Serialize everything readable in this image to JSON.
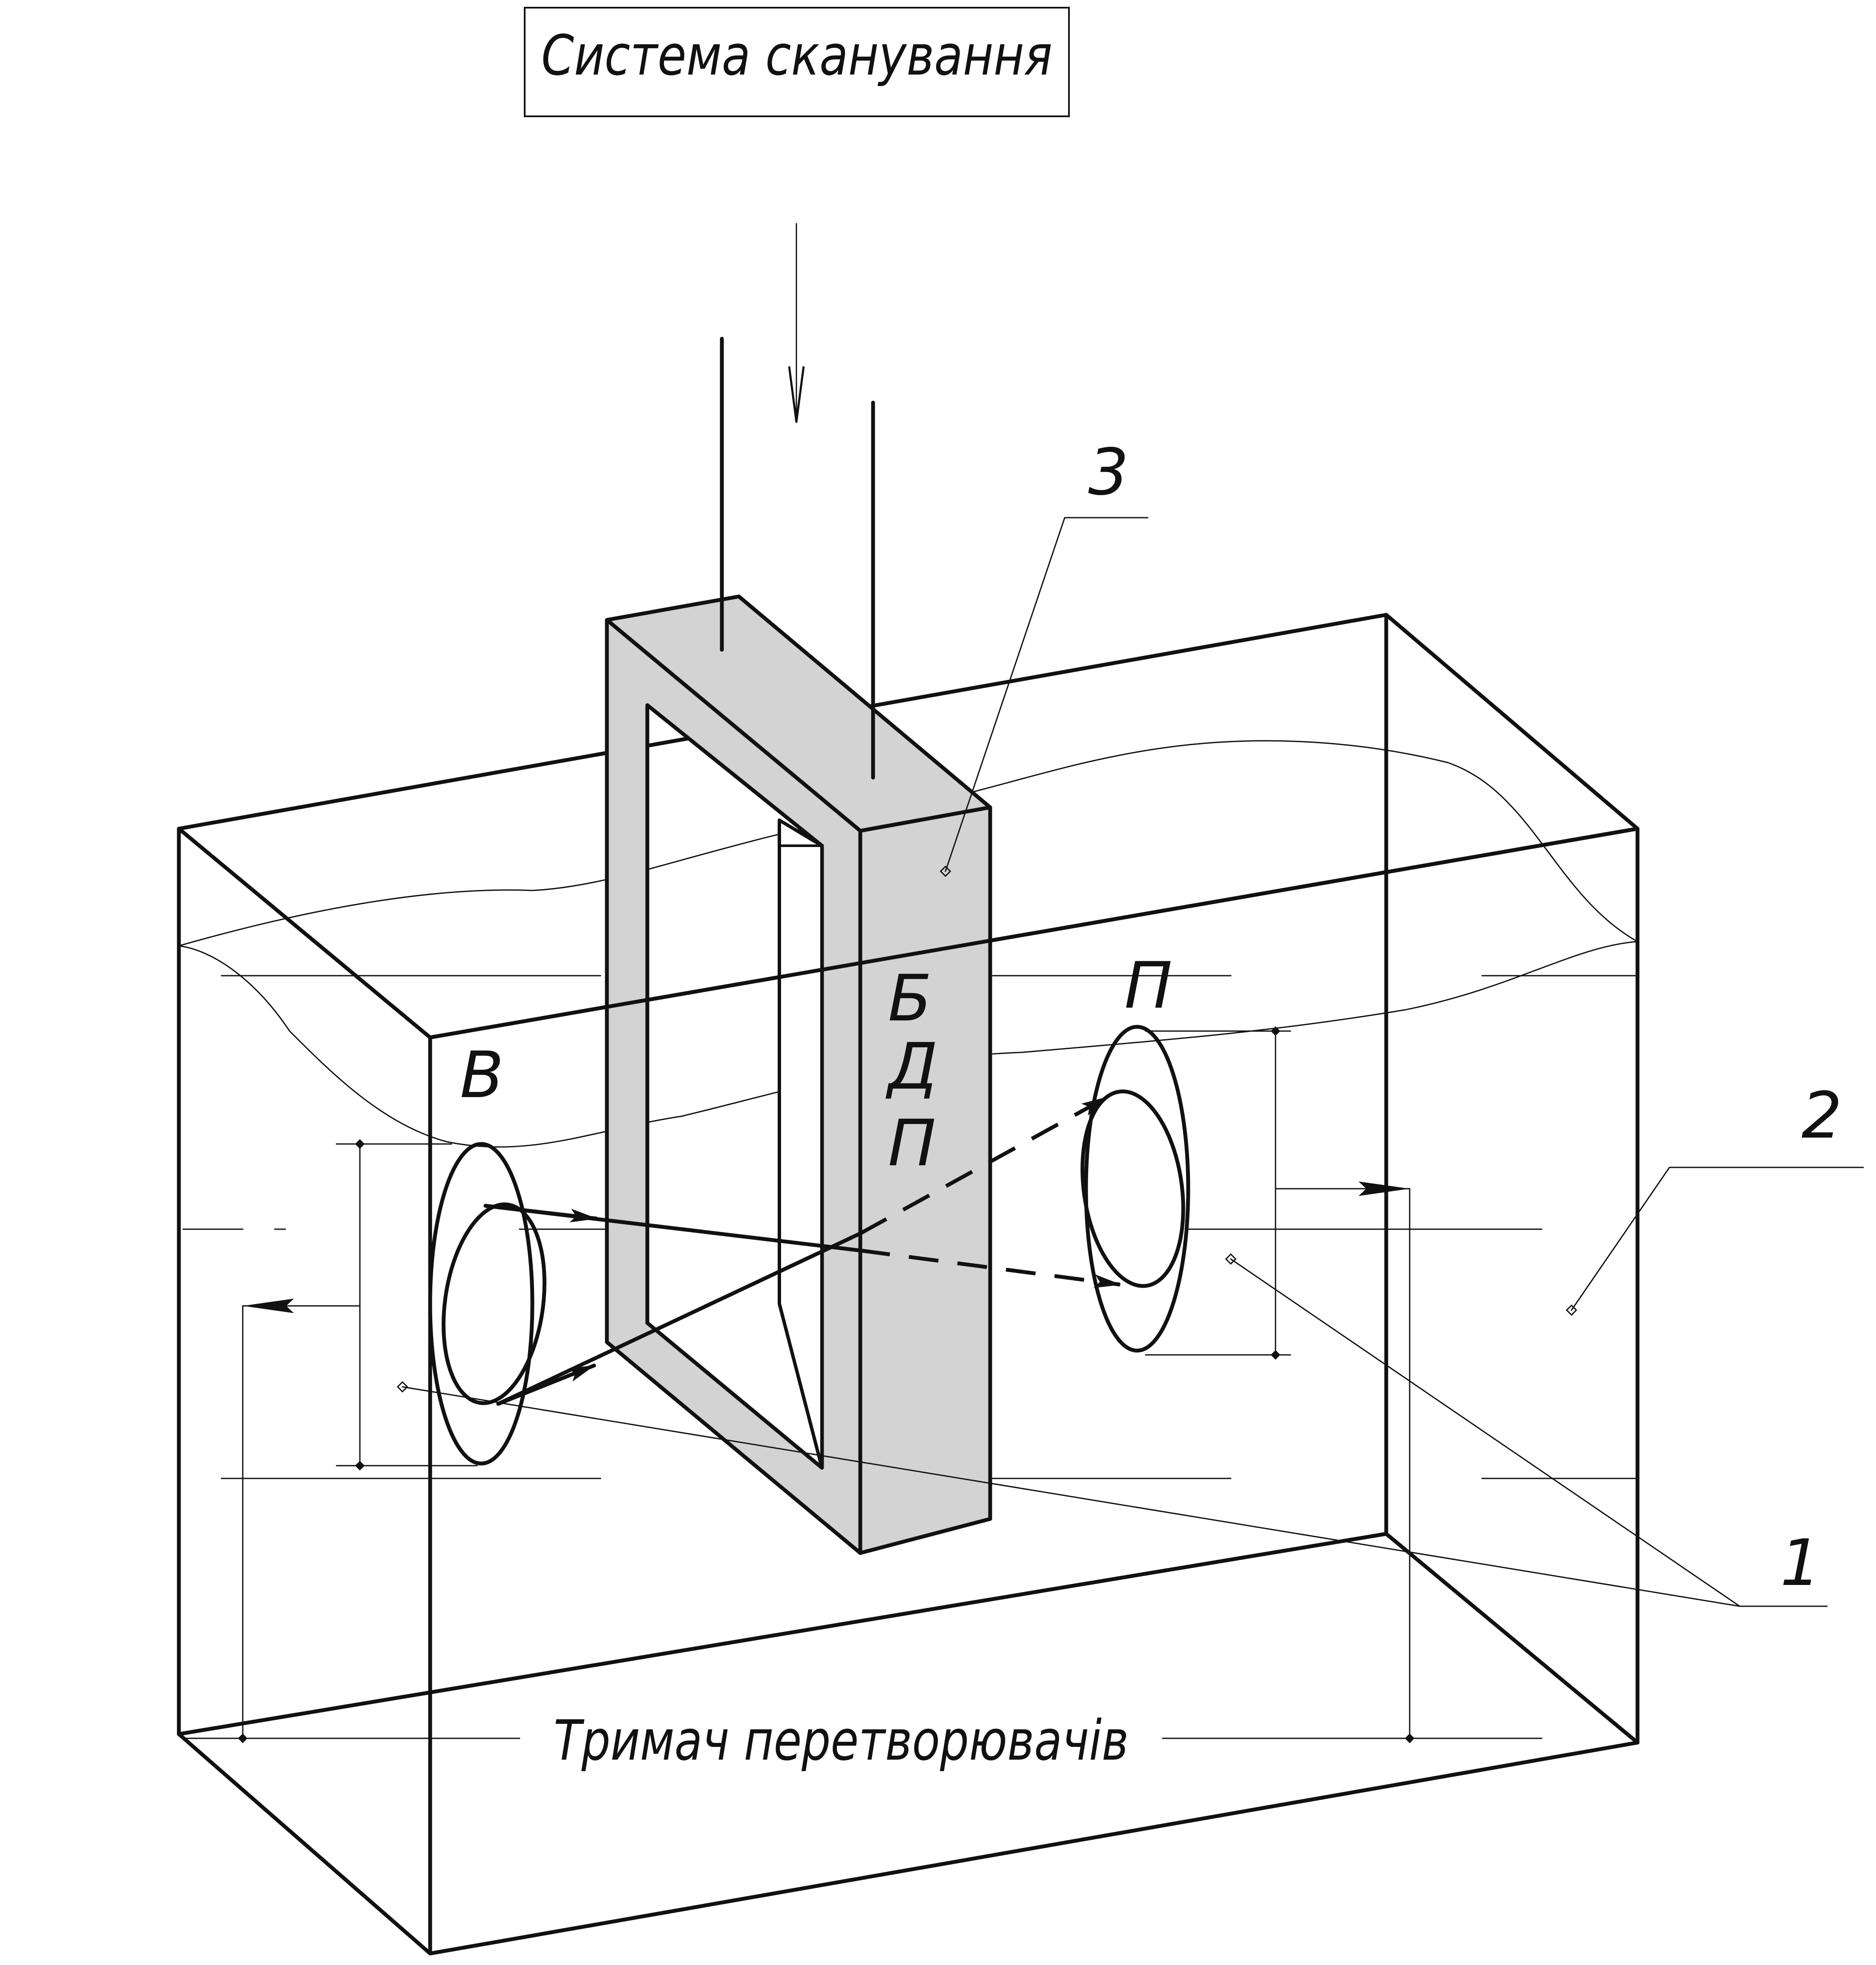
{
  "title_box": {
    "text": "Система сканування"
  },
  "labels": {
    "emitter": "В",
    "receiver": "П",
    "block_letters": [
      "Б",
      "Д",
      "П"
    ],
    "ref_1": "1",
    "ref_2": "2",
    "ref_3": "3",
    "holder": "Тримач перетворювачів"
  },
  "colors": {
    "line": "#111111",
    "frame_fill": "#d3d3d3",
    "background": "#ffffff"
  }
}
